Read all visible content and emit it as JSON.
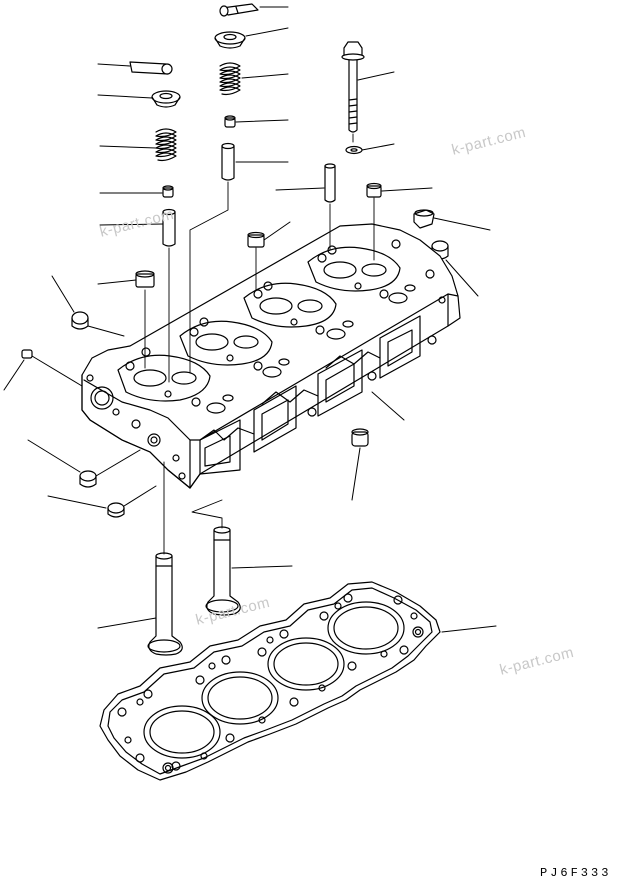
{
  "colors": {
    "line": "#000000",
    "background": "#ffffff",
    "watermark": "#c8c8c8"
  },
  "watermarks": [
    "k-part.com",
    "k-part.com",
    "k-part.com",
    "k-part.com"
  ],
  "drawing_code": "PJ6F333",
  "parts": [
    "valve-cotter-top",
    "spring-retainer-top",
    "valve-spring-top",
    "stem-seal-top",
    "valve-guide-top",
    "head-bolt",
    "washer",
    "bolt-sleeve",
    "valve-cotter-left",
    "spring-retainer-left",
    "valve-spring-left",
    "stem-seal-left",
    "valve-guide-left",
    "plug-small",
    "plug-cap",
    "nozzle-plug",
    "cylinder-head",
    "plug-front",
    "plug-lower",
    "plug-right",
    "intake-valve",
    "exhaust-valve",
    "head-gasket"
  ]
}
